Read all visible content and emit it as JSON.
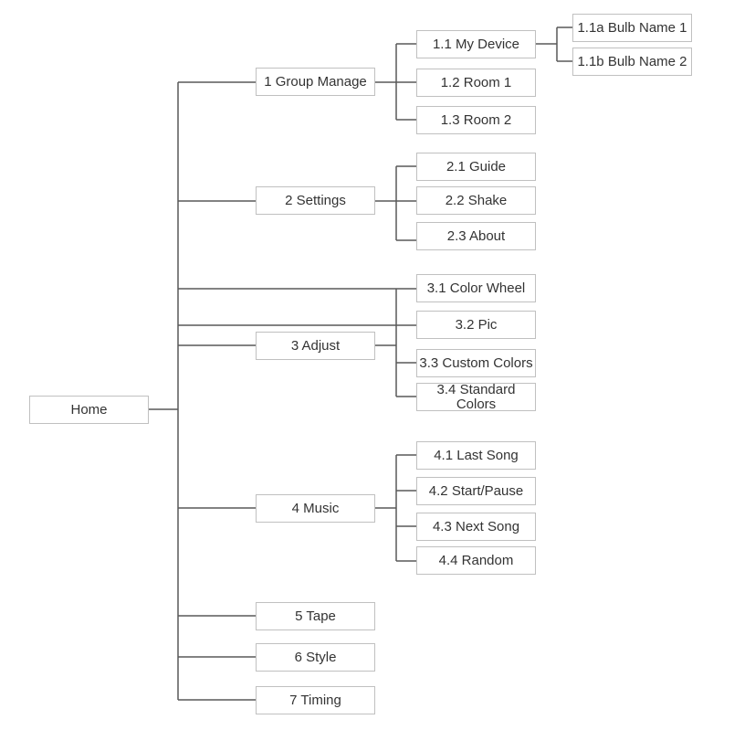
{
  "colors": {
    "background": "#ffffff",
    "box_border": "#c0c0c0",
    "connector": "#595959",
    "text": "#333333"
  },
  "tree": {
    "label": "Home",
    "children": [
      {
        "label": "1 Group Manage",
        "children": [
          {
            "label": "1.1 My Device",
            "children": [
              {
                "label": "1.1a Bulb Name 1"
              },
              {
                "label": "1.1b Bulb Name 2"
              }
            ]
          },
          {
            "label": "1.2 Room 1"
          },
          {
            "label": "1.3 Room 2"
          }
        ]
      },
      {
        "label": "2 Settings",
        "children": [
          {
            "label": "2.1 Guide"
          },
          {
            "label": "2.2 Shake"
          },
          {
            "label": "2.3 About"
          }
        ]
      },
      {
        "label": "3 Adjust",
        "children": [
          {
            "label": "3.1 Color Wheel"
          },
          {
            "label": "3.2 Pic"
          },
          {
            "label": "3.3 Custom Colors"
          },
          {
            "label": "3.4 Standard Colors"
          }
        ]
      },
      {
        "label": "4 Music",
        "children": [
          {
            "label": "4.1 Last Song"
          },
          {
            "label": "4.2 Start/Pause"
          },
          {
            "label": "4.3 Next Song"
          },
          {
            "label": "4.4 Random"
          }
        ]
      },
      {
        "label": "5 Tape"
      },
      {
        "label": "6 Style"
      },
      {
        "label": "7 Timing"
      }
    ]
  }
}
